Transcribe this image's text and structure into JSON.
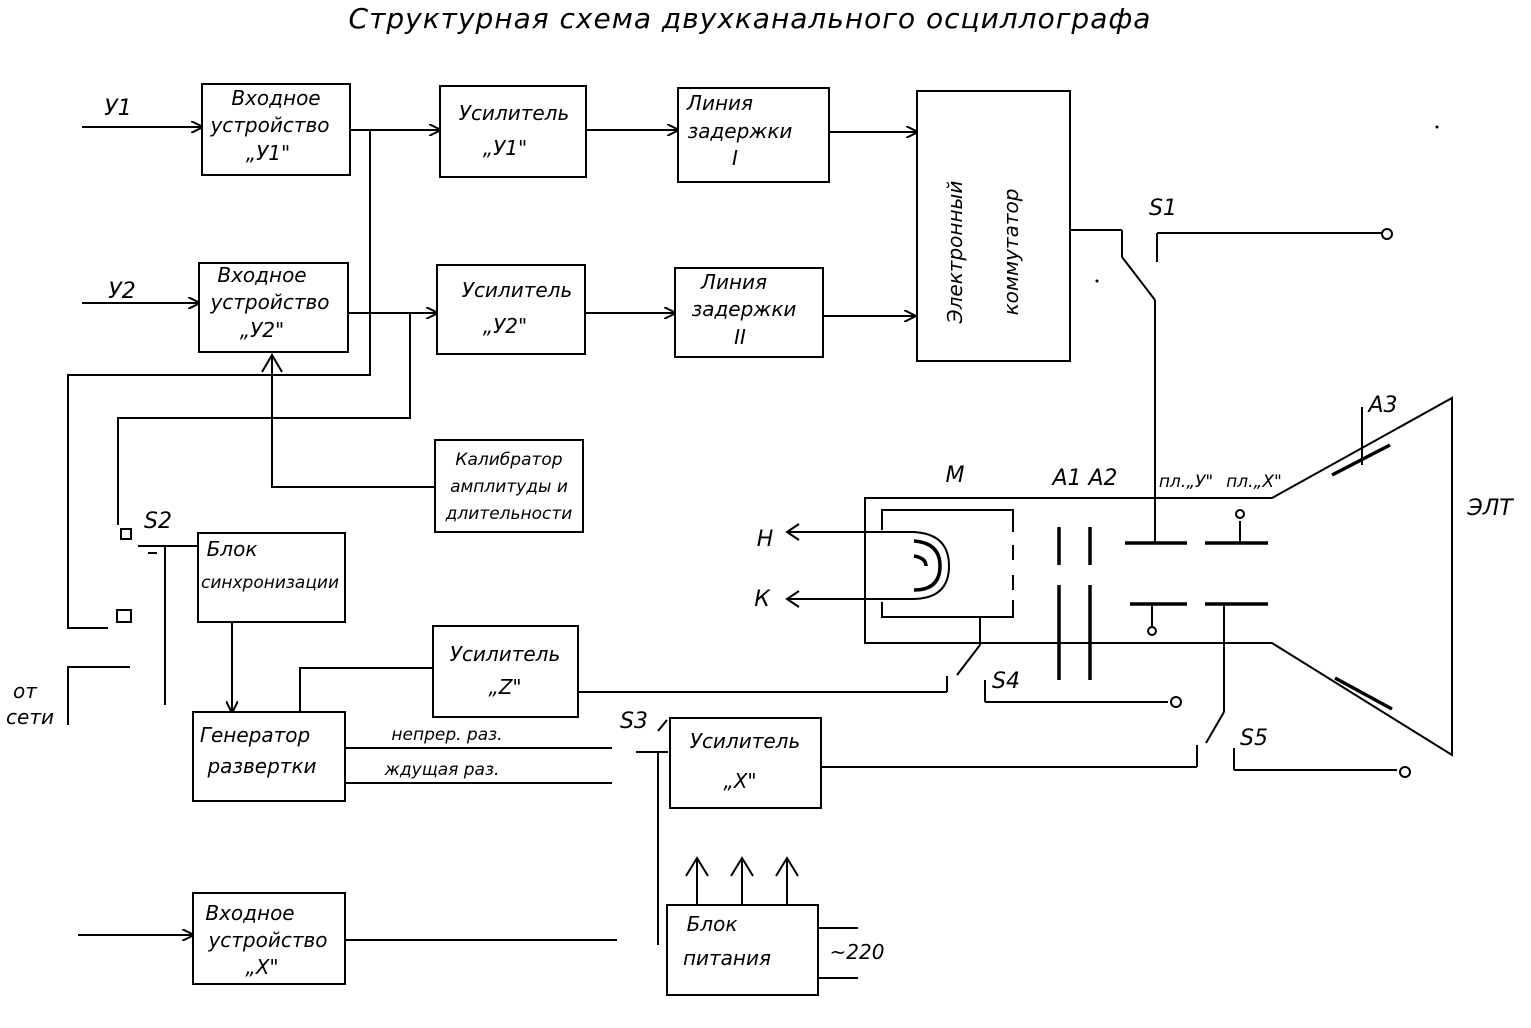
{
  "title": "Структурная  схема  двухканального  осциллографа",
  "blocks": {
    "input_y1": {
      "l1": "Входное",
      "l2": "устройство",
      "l3": "„У1\""
    },
    "input_y2": {
      "l1": "Входное",
      "l2": "устройство",
      "l3": "„У2\""
    },
    "amp_y1": {
      "l1": "Усилитель",
      "l2": "„У1\""
    },
    "amp_y2": {
      "l1": "Усилитель",
      "l2": "„У2\""
    },
    "delay_1": {
      "l1": "Линия",
      "l2": "задержки",
      "l3": "I"
    },
    "delay_2": {
      "l1": "Линия",
      "l2": "задержки",
      "l3": "II"
    },
    "switch": {
      "l1": "Электронный",
      "l2": "коммутатор"
    },
    "calibrator": {
      "l1": "Калибратор",
      "l2": "амплитуды и",
      "l3": "длительности"
    },
    "sync": {
      "l1": "Блок",
      "l2": "синхронизации"
    },
    "amp_z": {
      "l1": "Усилитель",
      "l2": "„Z\""
    },
    "sweep": {
      "l1": "Генератор",
      "l2": "развертки"
    },
    "amp_x": {
      "l1": "Усилитель",
      "l2": "„Х\""
    },
    "power": {
      "l1": "Блок",
      "l2": "питания"
    },
    "input_x": {
      "l1": "Входное",
      "l2": "устройство",
      "l3": "„Х\""
    }
  },
  "labels": {
    "y1": "У1",
    "y2": "У2",
    "s1": "S1",
    "s2": "S2",
    "s3": "S3",
    "s4": "S4",
    "s5": "S5",
    "a3": "А3",
    "crt": "ЭЛТ",
    "m": "М",
    "a1a2": "А1  А2",
    "pl_y": "пл.„У\"",
    "pl_x": "пл.„Х\"",
    "h": "Н",
    "k": "К",
    "mains_1": "от",
    "mains_2": "сети",
    "cont_sweep": "непрер. раз.",
    "wait_sweep": "ждущая  раз.",
    "v220": "~220"
  }
}
